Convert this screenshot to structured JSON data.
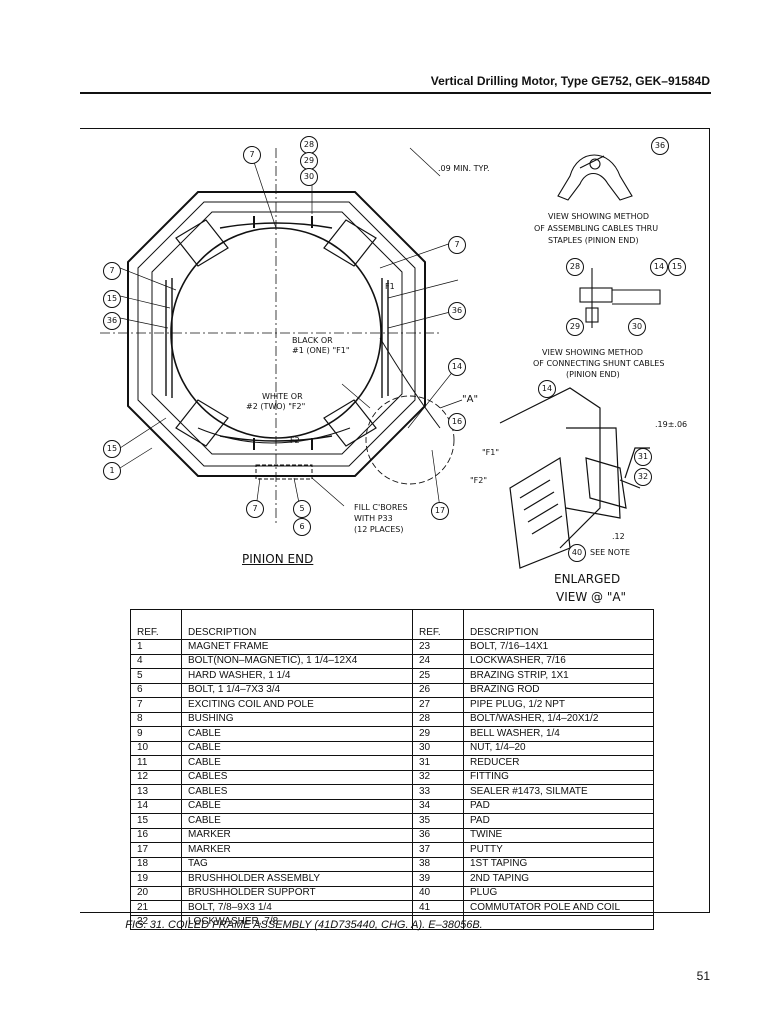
{
  "header": {
    "title": "Vertical Drilling Motor, Type GE752, GEK–91584D"
  },
  "drawing": {
    "labels": {
      "min_typ": ".09 MIN. TYP.",
      "view1_line1": "VIEW SHOWING METHOD",
      "view1_line2": "OF ASSEMBLING CABLES THRU",
      "view1_line3": "STAPLES (PINION END)",
      "view2_line1": "VIEW SHOWING METHOD",
      "view2_line2": "OF CONNECTING SHUNT CABLES",
      "view2_line3": "(PINION END)",
      "black_or_1": "BLACK OR",
      "black_or_2": "#1 (ONE) \"F1\"",
      "white_or_1": "WHITE OR",
      "white_or_2": "#2 (TWO) \"F2\"",
      "f1": "F1",
      "f2": "F2",
      "fill_1": "FILL C'BORES",
      "fill_2": "WITH P33",
      "fill_3": "(12 PLACES)",
      "pinion_end": "PINION END",
      "enlarged_1": "ENLARGED",
      "enlarged_2": "VIEW @ \"A\"",
      "view_a": "\"A\"",
      "f1_q": "\"F1\"",
      "f2_q": "\"F2\"",
      "tol": ".19±.06",
      "twelve": ".12",
      "see_note": "SEE NOTE"
    },
    "callouts": [
      "28",
      "29",
      "30",
      "7",
      "7",
      "7",
      "15",
      "36",
      "15",
      "1",
      "14",
      "16",
      "36",
      "5",
      "6",
      "7",
      "17",
      "36",
      "28",
      "14",
      "15",
      "29",
      "30",
      "14",
      "31",
      "32",
      "40"
    ]
  },
  "parts_table": {
    "headers": {
      "ref": "REF.",
      "desc": "DESCRIPTION"
    },
    "rows": [
      [
        "1",
        "MAGNET FRAME",
        "23",
        "BOLT, 7/16–14X1"
      ],
      [
        "4",
        "BOLT(NON–MAGNETIC), 1 1/4–12X4",
        "24",
        "LOCKWASHER, 7/16"
      ],
      [
        "5",
        "HARD WASHER, 1 1/4",
        "25",
        "BRAZING STRIP, 1X1"
      ],
      [
        "6",
        "BOLT, 1 1/4–7X3 3/4",
        "26",
        "BRAZING ROD"
      ],
      [
        "7",
        "EXCITING COIL AND POLE",
        "27",
        "PIPE PLUG, 1/2 NPT"
      ],
      [
        "8",
        "BUSHING",
        "28",
        "BOLT/WASHER, 1/4–20X1/2"
      ],
      [
        "9",
        "CABLE",
        "29",
        "BELL WASHER, 1/4"
      ],
      [
        "10",
        "CABLE",
        "30",
        "NUT, 1/4–20"
      ],
      [
        "11",
        "CABLE",
        "31",
        "REDUCER"
      ],
      [
        "12",
        "CABLES",
        "32",
        "FITTING"
      ],
      [
        "13",
        "CABLES",
        "33",
        "SEALER #1473, SILMATE"
      ],
      [
        "14",
        "CABLE",
        "34",
        "PAD"
      ],
      [
        "15",
        "CABLE",
        "35",
        "PAD"
      ],
      [
        "16",
        "MARKER",
        "36",
        "TWINE"
      ],
      [
        "17",
        "MARKER",
        "37",
        "PUTTY"
      ],
      [
        "18",
        "TAG",
        "38",
        "1ST TAPING"
      ],
      [
        "19",
        "BRUSHHOLDER ASSEMBLY",
        "39",
        "2ND TAPING"
      ],
      [
        "20",
        "BRUSHHOLDER SUPPORT",
        "40",
        "PLUG"
      ],
      [
        "21",
        "BOLT, 7/8–9X3 1/4",
        "41",
        "COMMUTATOR POLE AND COIL"
      ],
      [
        "22",
        "LOCKWASHER, 7/8",
        "",
        ""
      ]
    ]
  },
  "caption": "FIG. 31.  COILED FRAME ASSEMBLY (41D735440, CHG. A).  E–38056B.",
  "page_number": "51"
}
